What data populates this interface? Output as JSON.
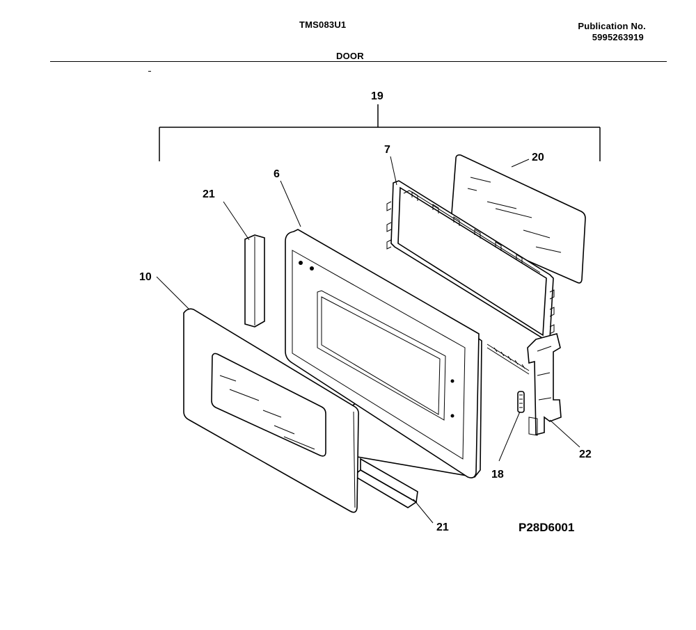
{
  "header": {
    "model": "TMS083U1",
    "publication_label": "Publication No.",
    "publication_number": "5995263919",
    "section": "DOOR"
  },
  "diagram": {
    "drawing_code": "P28D6001",
    "callouts": {
      "assembly": "19",
      "choke_frame": "7",
      "glass": "20",
      "door_frame": "6",
      "seal_left": "21",
      "seal_bottom": "21",
      "outer_panel": "10",
      "spring": "18",
      "latch": "22"
    }
  }
}
